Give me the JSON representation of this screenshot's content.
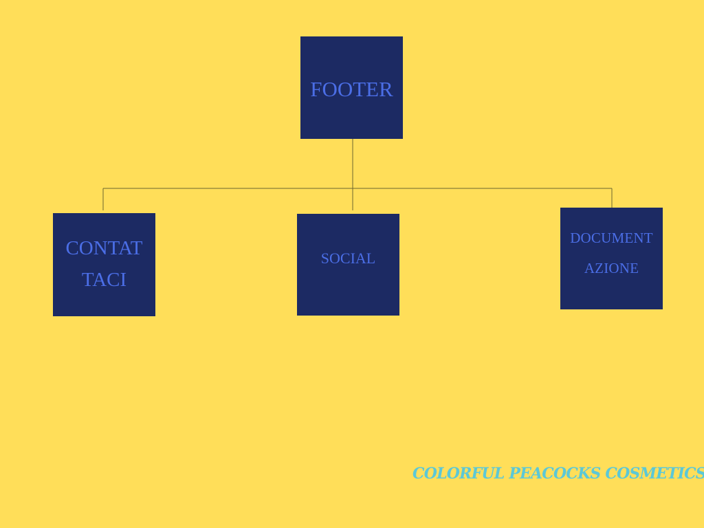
{
  "colors": {
    "background": "#FFDE59",
    "box_fill": "#1C2A63",
    "box_text": "#4B6EE6",
    "connector": "#6B6530",
    "brand_text": "#5CC8D6"
  },
  "diagram": {
    "root": {
      "label": "FOOTER"
    },
    "children": [
      {
        "label": "CONTAT\nTACI"
      },
      {
        "label": "SOCIAL"
      },
      {
        "label": "DOCUMENT\nAZIONE"
      }
    ]
  },
  "brand": {
    "text": "COLORFUL PEACOCKS COSMETICS"
  }
}
